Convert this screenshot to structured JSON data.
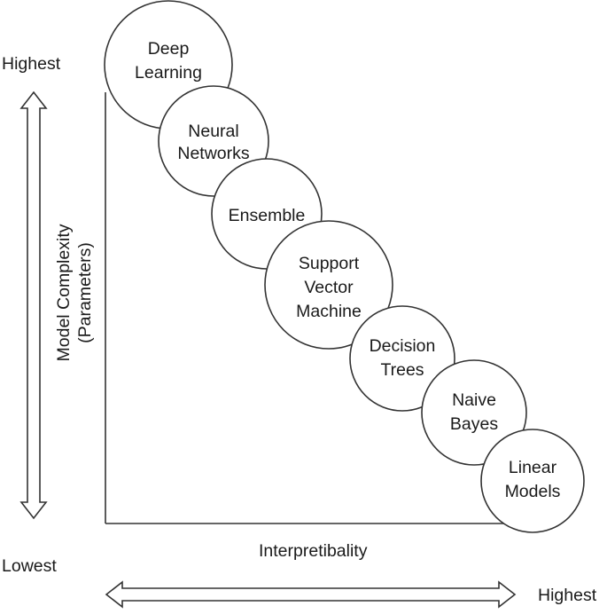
{
  "y_axis": {
    "top_label": "Highest",
    "bottom_label": "Lowest",
    "title_line1": "Model Complexity",
    "title_line2": "(Parameters)"
  },
  "x_axis": {
    "title": "Interpretibality",
    "right_label": "Highest"
  },
  "models": [
    {
      "lines": [
        "Deep",
        "Learning"
      ]
    },
    {
      "lines": [
        "Neural",
        "Networks"
      ]
    },
    {
      "lines": [
        "Ensemble"
      ]
    },
    {
      "lines": [
        "Support",
        "Vector",
        "Machine"
      ]
    },
    {
      "lines": [
        "Decision",
        "Trees"
      ]
    },
    {
      "lines": [
        "Naive",
        "Bayes"
      ]
    },
    {
      "lines": [
        "Linear",
        "Models"
      ]
    }
  ],
  "colors": {
    "stroke": "#333333",
    "fill": "#ffffff",
    "text": "#1a1a1a"
  }
}
